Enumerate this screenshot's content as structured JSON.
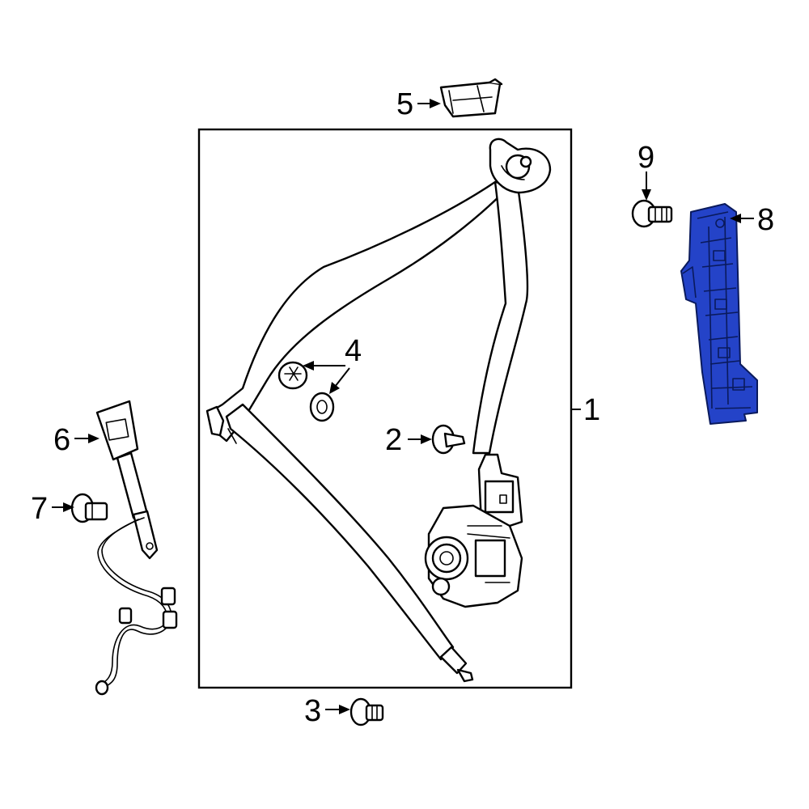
{
  "callouts": {
    "c1": "1",
    "c2": "2",
    "c3": "3",
    "c4": "4",
    "c5": "5",
    "c6": "6",
    "c7": "7",
    "c8": "8",
    "c9": "9"
  },
  "colors": {
    "highlight": "#2443c8",
    "line": "#000000",
    "background": "#ffffff"
  }
}
